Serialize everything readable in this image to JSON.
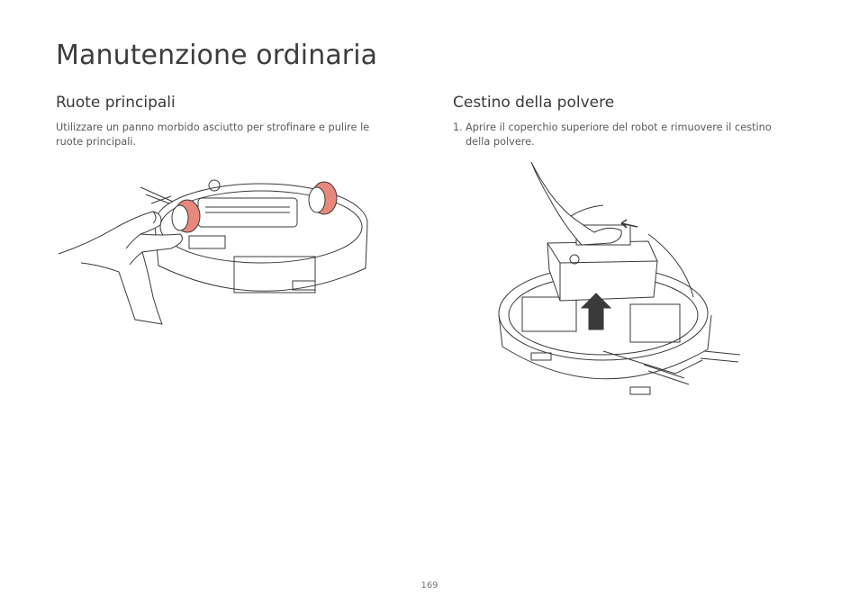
{
  "page": {
    "title": "Manutenzione ordinaria",
    "number": "169"
  },
  "left_section": {
    "heading": "Ruote principali",
    "body": "Utilizzare un panno morbido asciutto per strofinare e pulire le ruote principali."
  },
  "right_section": {
    "heading": "Cestino della polvere",
    "steps": [
      {
        "num": "1.",
        "text": "Aprire il coperchio superiore del robot e rimuovere il cestino della polvere."
      }
    ]
  },
  "colors": {
    "wheel_accent": "#e8877b",
    "line": "#3a3a3a"
  }
}
